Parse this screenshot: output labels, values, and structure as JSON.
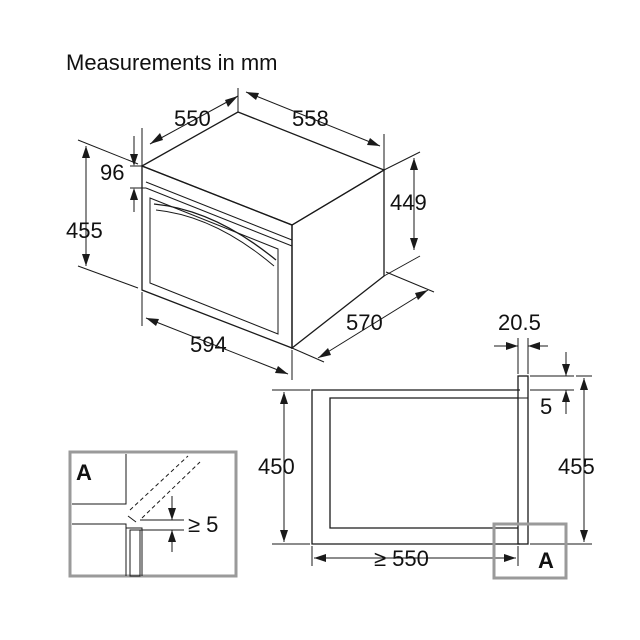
{
  "title": "Measurements in mm",
  "appliance_dims": {
    "depth_top": "550",
    "width_top": "558",
    "front_panel_height": "96",
    "total_height": "455",
    "body_height": "449",
    "body_depth": "570",
    "front_width": "594"
  },
  "side_section": {
    "front_thickness": "20.5",
    "gap": "5",
    "total_height": "455",
    "niche_height": "450",
    "min_depth": "≥ 550",
    "detail_marker": "A"
  },
  "detail_view": {
    "marker": "A",
    "min_gap": "≥ 5"
  },
  "colors": {
    "line": "#1a1a1a",
    "detail_frame": "#9a9a9a"
  }
}
